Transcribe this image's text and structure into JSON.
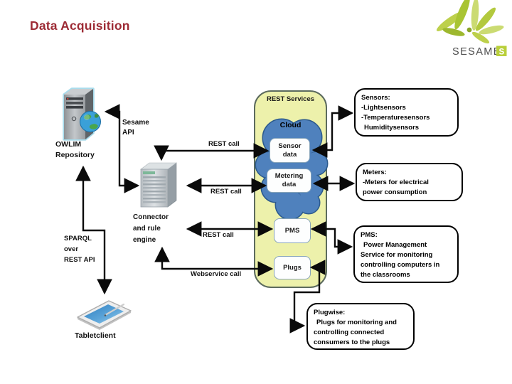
{
  "slide": {
    "title": "Data Acquisition"
  },
  "logo": {
    "brand": "SESAME",
    "badge": "S"
  },
  "colors": {
    "title_red": "#9d2b35",
    "container_fill": "#edf1ab",
    "cloud_blue": "#4f81bd",
    "logo_green": "#b9cf3a",
    "arrow_black": "#0a0a0a"
  },
  "rest_services": {
    "title": "REST Services",
    "cloud_label": "Cloud",
    "sensor_box": "Sensor data",
    "metering_box": "Metering data",
    "pms_box": "PMS",
    "plugs_box": "Plugs"
  },
  "nodes": {
    "owlim": {
      "line1": "OWLIM",
      "line2": "Repository"
    },
    "sesame_api": {
      "line1": "Sesame",
      "line2": "API"
    },
    "connector": {
      "line1": "Connector",
      "line2": "and rule",
      "line3": "engine"
    },
    "sparql": {
      "line1": "SPARQL",
      "line2": "over",
      "line3": "REST API"
    },
    "tablet": {
      "label": "Tabletclient"
    }
  },
  "edges": {
    "rest_call_top": "REST call",
    "rest_call_mid": "REST call",
    "rest_call_low": "REST call",
    "webservice": "Webservice call"
  },
  "callouts": {
    "sensors": {
      "l1": "Sensors:",
      "l2": "-Lightsensors",
      "l3": "-Temperaturesensors",
      "l4": "Humiditysensors"
    },
    "meters": {
      "l1": "Meters:",
      "l2": "-Meters for electrical",
      "l3": "power consumption"
    },
    "pms": {
      "l1": "PMS:",
      "l2": "Power Management",
      "l3": "Service for monitoring",
      "l4": "controlling computers in",
      "l5": "the classrooms"
    },
    "plugwise": {
      "l1": "Plugwise:",
      "l2": "Plugs for monitoring and",
      "l3": "controlling connected",
      "l4": "consumers to the plugs"
    }
  }
}
